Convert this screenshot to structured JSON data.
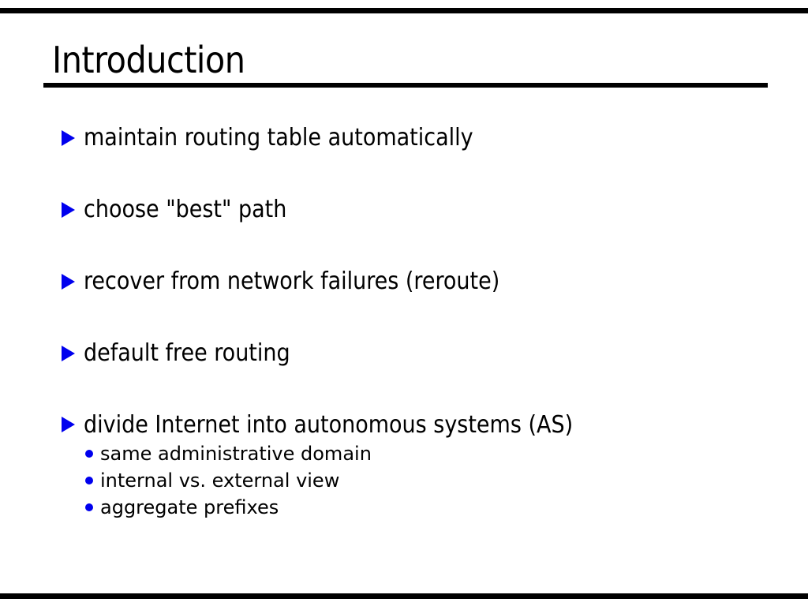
{
  "slide": {
    "title": "Introduction",
    "colors": {
      "bullet_blue": "#0000ee",
      "text": "#000000",
      "rule": "#000000",
      "background": "#ffffff"
    },
    "bullets": [
      {
        "text": "maintain routing table automatically"
      },
      {
        "text": "choose \"best\" path"
      },
      {
        "text": "recover from network failures (reroute)"
      },
      {
        "text": "default free routing"
      },
      {
        "text": "divide Internet into autonomous systems (AS)",
        "subitems": [
          {
            "text": "same administrative domain"
          },
          {
            "text": "internal vs. external view"
          },
          {
            "text": "aggregate prefixes"
          }
        ]
      }
    ]
  }
}
